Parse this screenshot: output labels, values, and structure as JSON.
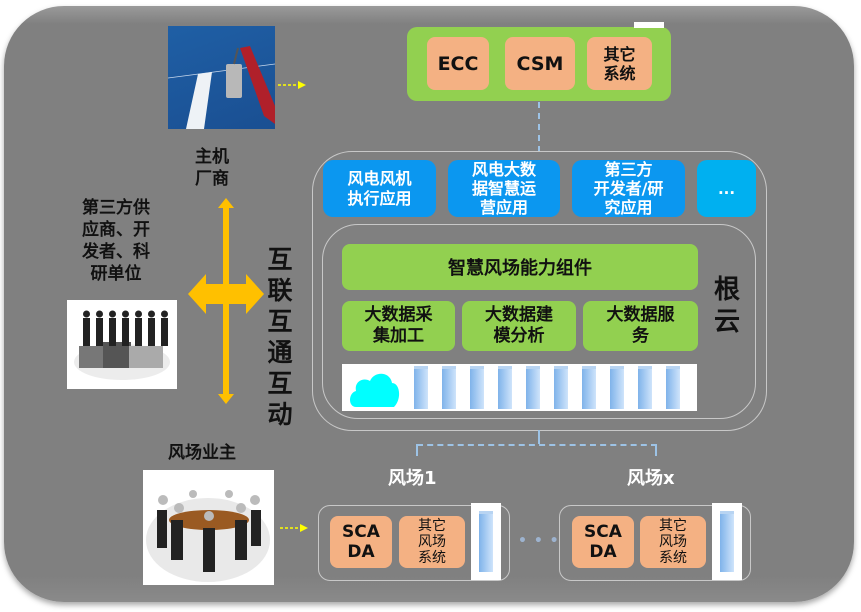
{
  "top_systems": {
    "items": [
      {
        "label": "ECC"
      },
      {
        "label": "CSM"
      },
      {
        "label": "其它\n系统"
      }
    ]
  },
  "applications": [
    {
      "label": "风电风机\n执行应用"
    },
    {
      "label": "风电大数\n据智慧运\n营应用"
    },
    {
      "label": "第三方\n开发者/研\n究应用"
    },
    {
      "label": "..."
    }
  ],
  "cloud": {
    "title": "根\n云",
    "capability_bar": "智慧风场能力组件",
    "services": [
      {
        "label": "大数据采\n集加工"
      },
      {
        "label": "大数据建\n模分析"
      },
      {
        "label": "大数据服\n务"
      }
    ],
    "server_count": 10
  },
  "left": {
    "oem_label": "主机\n厂商",
    "third_party_label": "第三方供\n应商、开\n发者、科\n研单位",
    "owner_label": "风场业主",
    "interop_label": "互\n联\n互\n通\n互\n动"
  },
  "farms": [
    {
      "name": "风场1",
      "systems": [
        "SCA\nDA",
        "其它\n风场\n系统"
      ]
    },
    {
      "name": "风场x",
      "systems": [
        "SCA\nDA",
        "其它\n风场\n系统"
      ]
    }
  ],
  "farm_separator": "• • •",
  "colors": {
    "green": "#92d050",
    "orange": "#f4b183",
    "blue": "#0b97f0",
    "light_blue": "#00b0f0",
    "yellow_arrow": "#ffc000",
    "panel": "#808080"
  }
}
